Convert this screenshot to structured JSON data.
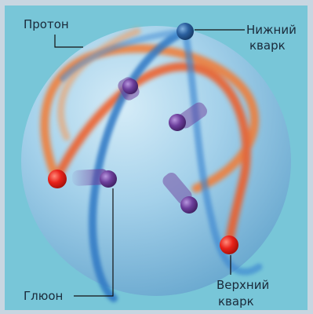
{
  "labels": {
    "proton": "Протон",
    "down_quark": [
      "Нижний",
      "кварк"
    ],
    "up_quark": [
      "Верхний",
      "кварк"
    ],
    "gluon": "Глюон"
  },
  "colors": {
    "background": "#78c6d8",
    "frame": "#c8d6e1",
    "sphere": "#a6cde8",
    "up_quark": "#e8221a",
    "down_quark": "#2a5f9e",
    "gluon": "#6d3f9c",
    "orbit_orange": "#f37a32",
    "orbit_blue": "#2f78c4"
  }
}
